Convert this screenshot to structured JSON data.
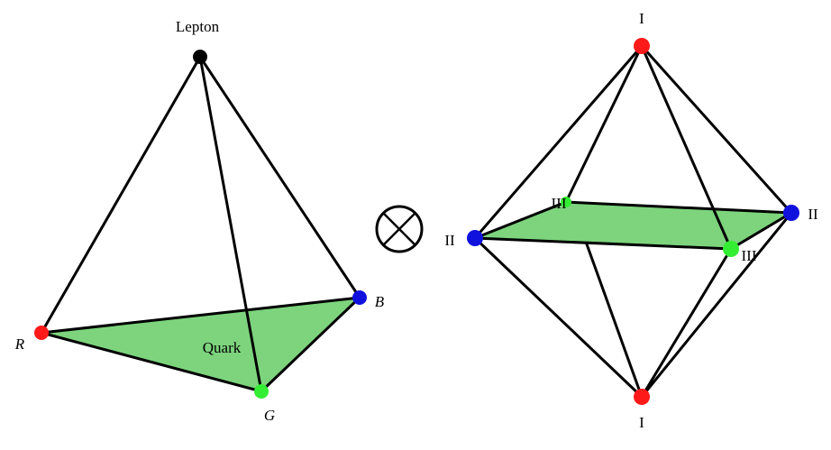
{
  "tetrahedron": {
    "apex_label": "Lepton",
    "face_label": "Quark",
    "vertex_r_label": "R",
    "vertex_g_label": "G",
    "vertex_b_label": "B"
  },
  "operator_symbol": "⊗",
  "octahedron": {
    "top_label": "I",
    "bottom_label": "I",
    "left_label": "II",
    "right_label": "II",
    "front_label": "III",
    "back_label": "III"
  },
  "colors": {
    "red": "#ff1a1a",
    "green": "#33ee33",
    "blue": "#1111dd",
    "black": "#000000",
    "face_fill": "#7dd47d"
  }
}
